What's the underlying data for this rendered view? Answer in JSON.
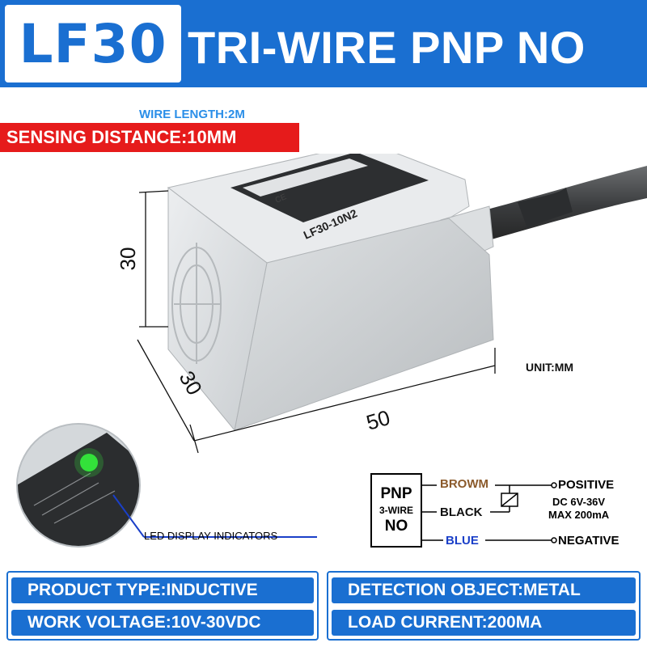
{
  "header": {
    "model": "LF30",
    "title": "TRI-WIRE PNP NO"
  },
  "specs_top": {
    "wire_length": "WIRE LENGTH:2M",
    "sensing_distance": "SENSING DISTANCE:10MM"
  },
  "dimensions": {
    "height": "30",
    "depth": "30",
    "length": "50",
    "unit": "UNIT:MM"
  },
  "sensor_label": {
    "model_print": "LF30-10N2",
    "ce_mark": "CE"
  },
  "led": {
    "label": "LED DISPLAY INDICATORS"
  },
  "wiring": {
    "box_type": "PNP",
    "box_wires": "3-WIRE",
    "box_mode": "NO",
    "wire_brown": "BROWM",
    "wire_black": "BLACK",
    "wire_blue": "BLUE",
    "positive": "POSITIVE",
    "negative": "NEGATIVE",
    "supply_line1": "DC 6V-36V",
    "supply_line2": "MAX 200mA"
  },
  "specs_bottom": {
    "product_type": "PRODUCT TYPE:INDUCTIVE",
    "detection_object": "DETECTION OBJECT:METAL",
    "work_voltage": "WORK VOLTAGE:10V-30VDC",
    "load_current": "LOAD CURRENT:200MA"
  },
  "colors": {
    "brand_blue": "#1a6fd1",
    "alert_red": "#e61b1b",
    "led_green": "#33e23a",
    "wire_brown": "#8b5a2b",
    "wire_blue": "#1a3fc8"
  }
}
